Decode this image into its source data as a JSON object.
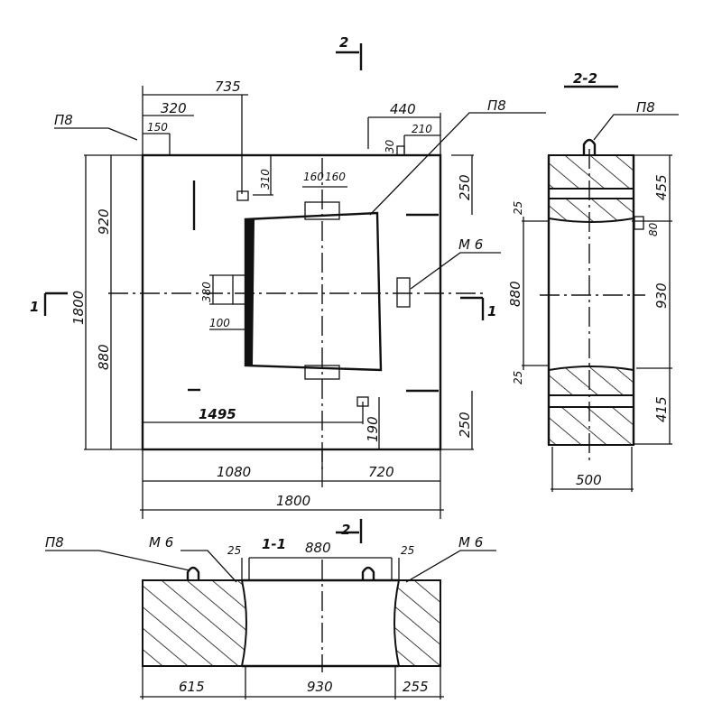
{
  "section_marks": {
    "top": "2",
    "bottom": "2",
    "left": "1",
    "right": "1",
    "view_22": "2-2",
    "view_11": "1-1"
  },
  "notes": {
    "p8": "П8",
    "m6": "М 6"
  },
  "plan": {
    "d735": "735",
    "d320": "320",
    "d150": "150",
    "d440": "440",
    "d210": "210",
    "d30": "30",
    "d310": "310",
    "d160a": "160",
    "d160b": "160",
    "d250a": "250",
    "d250b": "250",
    "d920": "920",
    "d1800v": "1800",
    "d880": "880",
    "d380": "380",
    "d100": "100",
    "d1495": "1495",
    "d190": "190",
    "d1080": "1080",
    "d720": "720",
    "d1800h": "1800"
  },
  "section22": {
    "d455": "455",
    "d25a": "25",
    "d80": "80",
    "d880": "880",
    "d930": "930",
    "d25b": "25",
    "d415": "415",
    "d500": "500"
  },
  "section11": {
    "d25a": "25",
    "d880": "880",
    "d25b": "25",
    "d615": "615",
    "d930": "930",
    "d255": "255"
  }
}
